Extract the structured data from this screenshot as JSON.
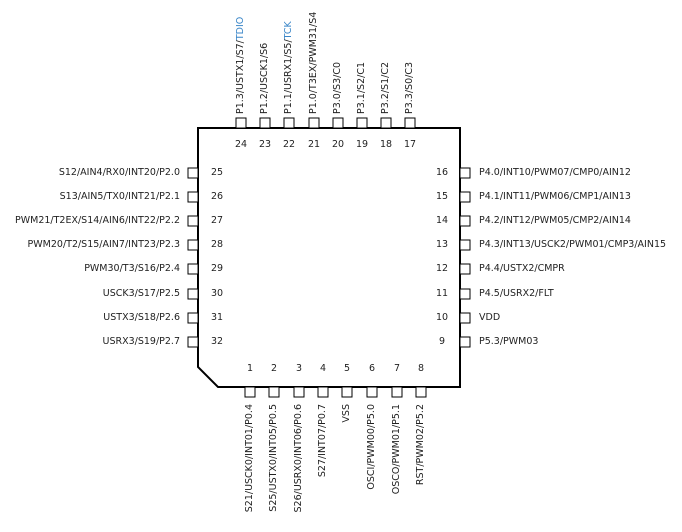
{
  "package": {
    "top_pins": [
      {
        "num": "24",
        "label": "P1.3/USTX1/S7/",
        "hl": "TDIO"
      },
      {
        "num": "23",
        "label": "P1.2/USCK1/S6",
        "hl": ""
      },
      {
        "num": "22",
        "label": "P1.1/USRX1/S5/",
        "hl": "TCK"
      },
      {
        "num": "21",
        "label": "P1.0/T3EX/PWM31/S4",
        "hl": ""
      },
      {
        "num": "20",
        "label": "P3.0/S3/C0",
        "hl": ""
      },
      {
        "num": "19",
        "label": "P3.1/S2/C1",
        "hl": ""
      },
      {
        "num": "18",
        "label": "P3.2/S1/C2",
        "hl": ""
      },
      {
        "num": "17",
        "label": "P3.3/S0/C3",
        "hl": ""
      }
    ],
    "left_pins": [
      {
        "num": "25",
        "label": "S12/AIN4/RX0/INT20/P2.0"
      },
      {
        "num": "26",
        "label": "S13/AIN5/TX0/INT21/P2.1"
      },
      {
        "num": "27",
        "label": "PWM21/T2EX/S14/AIN6/INT22/P2.2"
      },
      {
        "num": "28",
        "label": "PWM20/T2/S15/AIN7/INT23/P2.3"
      },
      {
        "num": "29",
        "label": "PWM30/T3/S16/P2.4"
      },
      {
        "num": "30",
        "label": "USCK3/S17/P2.5"
      },
      {
        "num": "31",
        "label": "USTX3/S18/P2.6"
      },
      {
        "num": "32",
        "label": "USRX3/S19/P2.7"
      }
    ],
    "right_pins": [
      {
        "num": "16",
        "label": "P4.0/INT10/PWM07/CMP0/AIN12"
      },
      {
        "num": "15",
        "label": "P4.1/INT11/PWM06/CMP1/AIN13"
      },
      {
        "num": "14",
        "label": "P4.2/INT12/PWM05/CMP2/AIN14"
      },
      {
        "num": "13",
        "label": "P4.3/INT13/USCK2/PWM01/CMP3/AIN15"
      },
      {
        "num": "12",
        "label": "P4.4/USTX2/CMPR"
      },
      {
        "num": "11",
        "label": "P4.5/USRX2/FLT"
      },
      {
        "num": "10",
        "label": "VDD"
      },
      {
        "num": "9",
        "label": "P5.3/PWM03"
      }
    ],
    "bottom_pins": [
      {
        "num": "1",
        "label": "S21/USCK0/INT01/P0.4"
      },
      {
        "num": "2",
        "label": "S25/USTX0/INT05/P0.5"
      },
      {
        "num": "3",
        "label": "S26/USRX0/INT06/P0.6"
      },
      {
        "num": "4",
        "label": "S27/INT07/P0.7"
      },
      {
        "num": "5",
        "label": "VSS"
      },
      {
        "num": "6",
        "label": "OSCI/PWM00/P5.0"
      },
      {
        "num": "7",
        "label": "OSCO/PWM01/P5.1"
      },
      {
        "num": "8",
        "label": "RST/PWM02/P5.2"
      }
    ],
    "colors": {
      "outline": "#000000",
      "text": "#222222",
      "debug_highlight": "#3a86c8"
    }
  }
}
